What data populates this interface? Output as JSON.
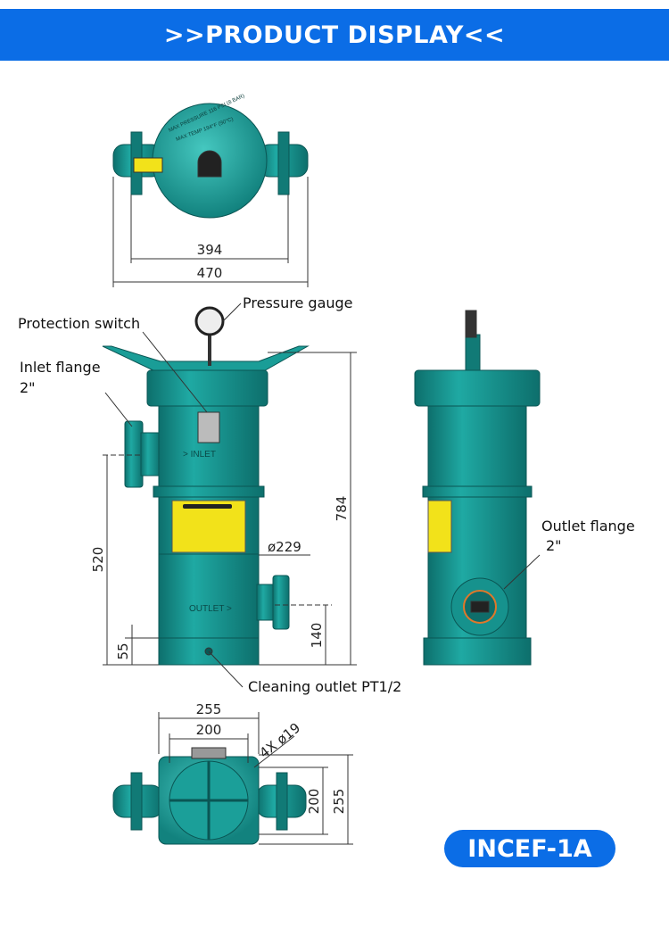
{
  "header": {
    "title": ">>PRODUCT DISPLAY<<"
  },
  "top_view": {
    "cap_text_1": "MAX PRESSURE   116 PSI (8 BAR)",
    "cap_text_2": "MAX TEMP   194°F (90°C)",
    "dim_inner": "394",
    "dim_outer": "470"
  },
  "front_view": {
    "label_pressure_gauge": "Pressure gauge",
    "label_protection_switch": "Protection switch",
    "label_inlet_flange": "Inlet flange",
    "label_inlet_size": "2\"",
    "label_cleaning_outlet": "Cleaning outlet PT1/2",
    "text_inlet": "> INLET",
    "text_outlet": "OUTLET >",
    "dim_height": "784",
    "dim_inlet_height": "520",
    "dim_base": "55",
    "dim_outlet_height": "140",
    "dim_diameter": "ø229"
  },
  "side_view": {
    "label_outlet_flange": "Outlet flange",
    "label_outlet_size": "2\""
  },
  "bottom_view": {
    "dim_outer_width": "255",
    "dim_bolt_width": "200",
    "dim_holes": "4X ø19",
    "dim_bolt_depth": "200",
    "dim_outer_depth": "255"
  },
  "model": {
    "name": "INCEF-1A"
  },
  "colors": {
    "header": "#0b6de6",
    "body": "#138f8c",
    "body_light": "#2cb5ad",
    "label": "#f2e21a"
  }
}
